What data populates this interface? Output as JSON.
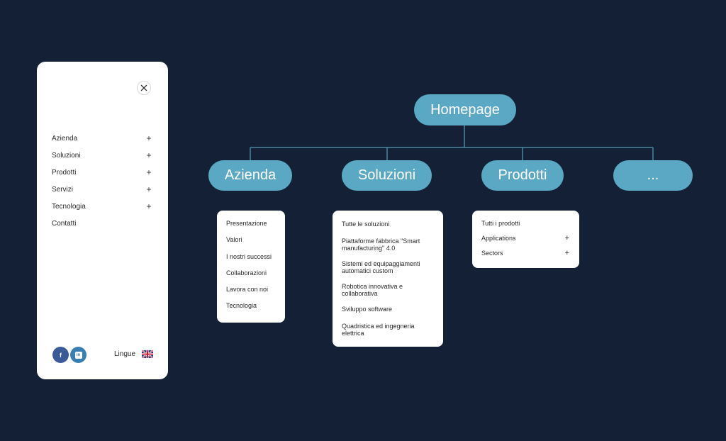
{
  "mobile_menu": {
    "items": [
      {
        "label": "Azienda",
        "expand": "+"
      },
      {
        "label": "Soluzioni",
        "expand": "+"
      },
      {
        "label": "Prodotti",
        "expand": "+"
      },
      {
        "label": "Servizi",
        "expand": "+"
      },
      {
        "label": "Tecnologia",
        "expand": "+"
      },
      {
        "label": "Contatti",
        "expand": ""
      }
    ],
    "social": {
      "facebook": "f",
      "linkedin": "in"
    },
    "language_label": "Lingue"
  },
  "sitemap": {
    "root": "Homepage",
    "sections": [
      {
        "label": "Azienda"
      },
      {
        "label": "Soluzioni"
      },
      {
        "label": "Prodotti"
      },
      {
        "label": "..."
      }
    ],
    "azienda_items": [
      "Presentazione",
      "Valori",
      "I nostri successi",
      "Collaborazioni",
      "Lavora con noi",
      "Tecnologia"
    ],
    "soluzioni_items": [
      "Tutte le soluzioni",
      "Piattaforme fabbrica \"Smart manufacturing\" 4.0",
      "Sistemi ed equipaggiamenti automatici custom",
      "Robotica innovativa e collaborativa",
      "Sviluppo software",
      "Quadristica ed ingegneria elettrica"
    ],
    "prodotti_items": [
      {
        "label": "Tutti i prodotti",
        "expand": ""
      },
      {
        "label": "Applications",
        "expand": "+"
      },
      {
        "label": "Sectors",
        "expand": "+"
      }
    ]
  },
  "colors": {
    "background": "#132035",
    "node": "#5aa8c3",
    "connector": "#4d86a0",
    "facebook": "#3b5a98",
    "linkedin": "#3a7fb3"
  }
}
